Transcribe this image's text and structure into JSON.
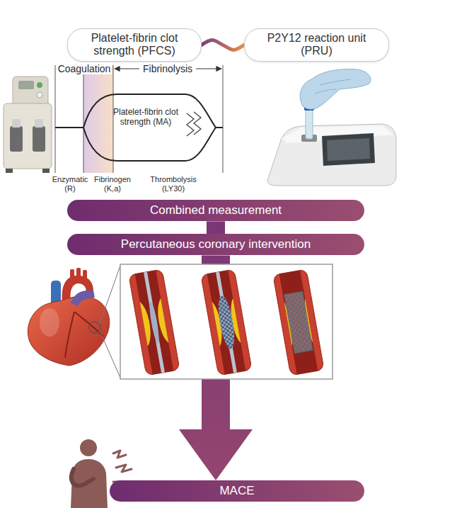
{
  "diagram": {
    "nodes": [
      {
        "text": [
          "Platelet-fibrin clot strength (PFCS)"
        ]
      },
      {
        "text": [
          "P2Y12 reaction unit (PRU)"
        ]
      },
      {
        "text": [
          "Combined measurement"
        ]
      },
      {
        "text": [
          "Percutaneous coronary intervention"
        ]
      },
      {
        "text": [
          "MACE"
        ]
      }
    ],
    "edges": [
      {
        "from": 0,
        "to": 1,
        "arrow": "none"
      },
      {
        "from": 2,
        "to": 3,
        "arrow": "none"
      },
      {
        "from": 3,
        "to": 4,
        "arrow": "to"
      }
    ],
    "labels": [
      "Coagulation",
      "Fibrinolysis",
      "Platelet-fibrin clot strength (MA)",
      "Enzymatic (R)",
      "Fibrinogen (K,a)",
      "Thrombolysis (LY30)"
    ]
  }
}
